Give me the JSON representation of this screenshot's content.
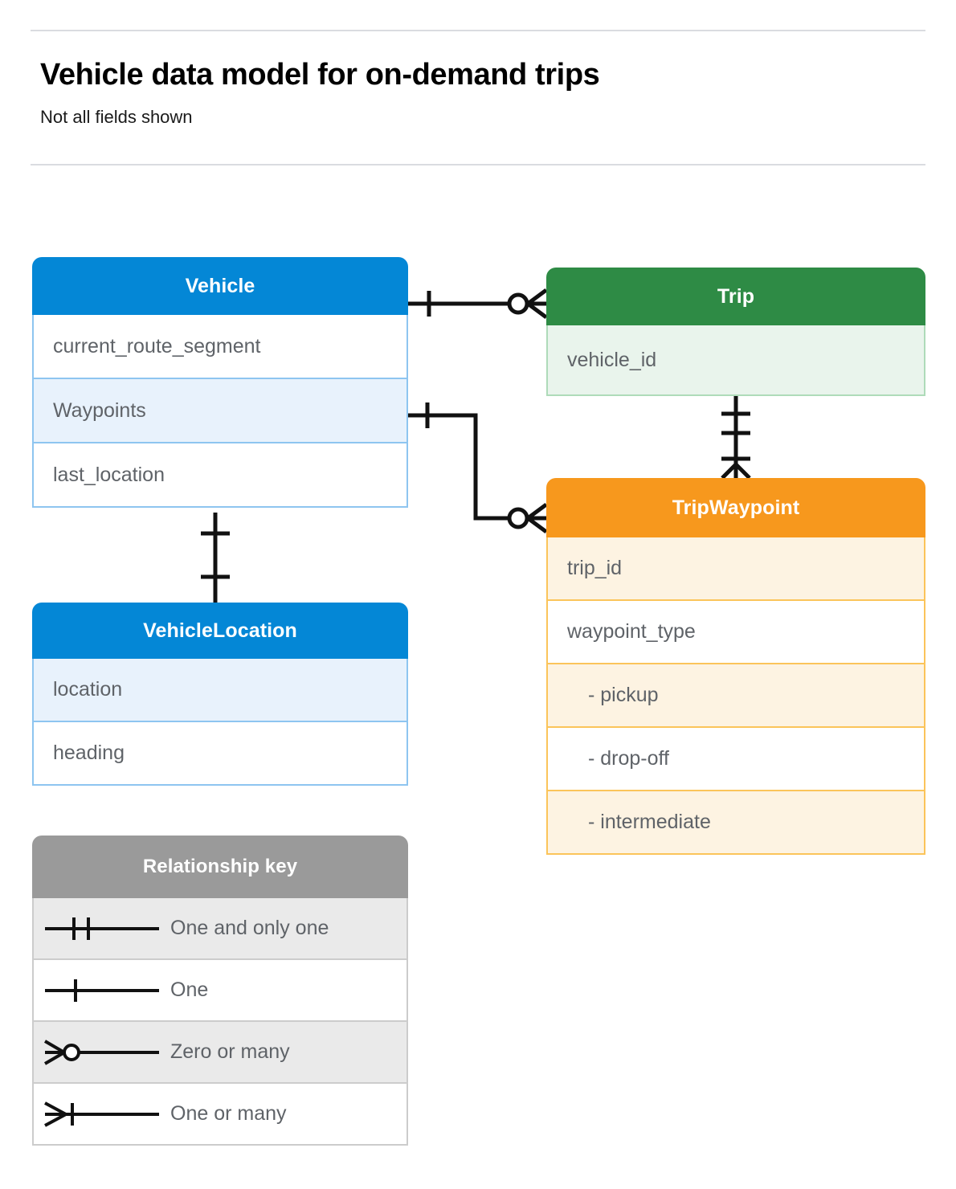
{
  "header": {
    "title": "Vehicle data model for on-demand trips",
    "subtitle": "Not all fields shown"
  },
  "colors": {
    "blue": "#0487d6",
    "blue_row": "#e8f2fc",
    "blue_border": "#8ec5f0",
    "green": "#2e8b45",
    "green_row": "#e9f4ec",
    "green_border": "#aedbb9",
    "orange": "#f7981d",
    "orange_row": "#fdf3e2",
    "orange_border": "#fbc45a",
    "gray": "#9a9a9a",
    "gray_row": "#eaeaea",
    "text": "#5f6368",
    "rule": "#dadce0"
  },
  "entities": {
    "vehicle": {
      "name": "Vehicle",
      "fields": [
        {
          "label": "current_route_segment"
        },
        {
          "label": "Waypoints"
        },
        {
          "label": "last_location"
        }
      ]
    },
    "trip": {
      "name": "Trip",
      "fields": [
        {
          "label": "vehicle_id"
        }
      ]
    },
    "trip_waypoint": {
      "name": "TripWaypoint",
      "fields": [
        {
          "label": "trip_id"
        },
        {
          "label": "waypoint_type"
        },
        {
          "label": "-  pickup"
        },
        {
          "label": "-  drop-off"
        },
        {
          "label": "-  intermediate"
        }
      ]
    },
    "vehicle_location": {
      "name": "VehicleLocation",
      "fields": [
        {
          "label": "location"
        },
        {
          "label": "heading"
        }
      ]
    }
  },
  "legend": {
    "title": "Relationship key",
    "rows": [
      {
        "symbol": "one-and-only-one-icon",
        "label": "One and only one"
      },
      {
        "symbol": "one-icon",
        "label": "One"
      },
      {
        "symbol": "zero-or-many-icon",
        "label": "Zero or many"
      },
      {
        "symbol": "one-or-many-icon",
        "label": "One or many"
      }
    ]
  },
  "relationships": [
    {
      "from": "Vehicle",
      "to": "Trip",
      "from_cardinality": "One",
      "to_cardinality": "Zero or many"
    },
    {
      "from": "Vehicle.Waypoints",
      "to": "TripWaypoint",
      "from_cardinality": "One",
      "to_cardinality": "Zero or many"
    },
    {
      "from": "Trip",
      "to": "TripWaypoint",
      "from_cardinality": "One and only one",
      "to_cardinality": "One or many"
    },
    {
      "from": "Vehicle",
      "to": "VehicleLocation",
      "from_cardinality": "One",
      "to_cardinality": "One"
    }
  ]
}
